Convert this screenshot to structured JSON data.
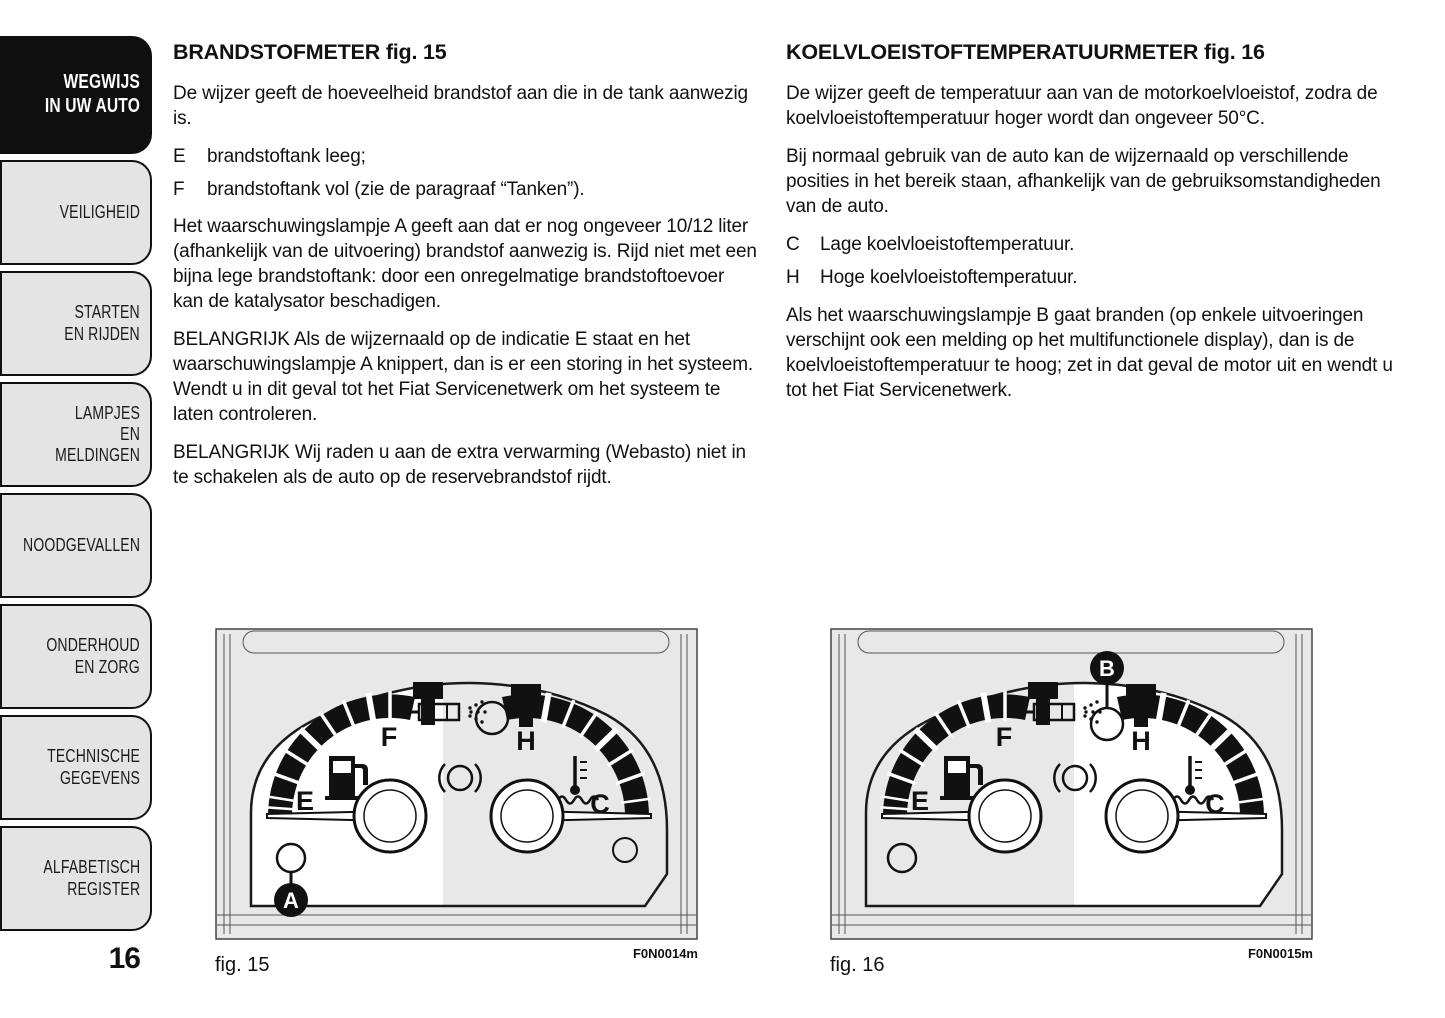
{
  "colors": {
    "text": "#111111",
    "tab_bg": "#e4e4e4",
    "tab_active_bg": "#0f0f0f",
    "panel_bg": "#e8e8e8",
    "line": "#1a1a1a"
  },
  "page_number": "16",
  "sidebar": {
    "items": [
      {
        "label": "WEGWIJS\nIN UW AUTO",
        "active": true
      },
      {
        "label": "VEILIGHEID",
        "active": false
      },
      {
        "label": "STARTEN\nEN RIJDEN",
        "active": false
      },
      {
        "label": "LAMPJES\nEN MELDINGEN",
        "active": false
      },
      {
        "label": "NOODGEVALLEN",
        "active": false
      },
      {
        "label": "ONDERHOUD\nEN ZORG",
        "active": false
      },
      {
        "label": "TECHNISCHE\nGEGEVENS",
        "active": false
      },
      {
        "label": "ALFABETISCH\nREGISTER",
        "active": false
      }
    ]
  },
  "left_column": {
    "title": "BRANDSTOFMETER",
    "title_fig": "fig. 15",
    "p1": "De wijzer geeft de hoeveelheid brandstof aan die in de tank aanwezig is.",
    "items": [
      {
        "key": "E",
        "text": "brandstoftank leeg;"
      },
      {
        "key": "F",
        "text": "brandstoftank vol (zie de paragraaf “Tanken”)."
      }
    ],
    "p2": "Het waarschuwingslampje A geeft aan dat er nog ongeveer 10/12 liter (afhankelijk van de uitvoering) brandstof aanwezig is. Rijd niet met een bijna lege brandstoftank: door een onregelmatige brandstoftoevoer kan de katalysator beschadigen.",
    "p3": "BELANGRIJK Als de wijzernaald op de indicatie E staat en het waarschuwingslampje A knippert, dan is er een storing in het systeem. Wendt u in dit geval tot het Fiat Servicenetwerk om het systeem te laten controleren.",
    "p4": "BELANGRIJK Wij raden u aan de extra verwarming (Webasto) niet in te schakelen als de auto op de reservebrandstof rijdt."
  },
  "right_column": {
    "title": "KOELVLOEISTOFTEMPERATUURMETER",
    "title_fig": "fig. 16",
    "p1": "De wijzer geeft de temperatuur aan van de motorkoelvloeistof, zodra de koelvloeistoftemperatuur hoger wordt dan ongeveer 50°C.",
    "p2": "Bij normaal gebruik van de auto kan de wijzernaald op verschillende posities in het bereik staan, afhankelijk van de gebruiksomstandigheden van de auto.",
    "items": [
      {
        "key": "C",
        "text": "Lage koelvloeistoftemperatuur."
      },
      {
        "key": "H",
        "text": "Hoge koelvloeistoftemperatuur."
      }
    ],
    "p3": "Als het waarschuwingslampje B gaat branden (op enkele uitvoeringen verschijnt ook een melding op het multifunctionele display), dan is de koelvloeistoftemperatuur te hoog; zet in dat geval de motor uit en wendt u tot het Fiat Servicenetwerk."
  },
  "figures": [
    {
      "caption": "fig. 15",
      "code": "F0N0014m",
      "callout_label": "A"
    },
    {
      "caption": "fig. 16",
      "code": "F0N0015m",
      "callout_label": "B"
    }
  ],
  "gauge_labels": {
    "empty": "E",
    "full": "F",
    "hot": "H",
    "cold": "C"
  }
}
